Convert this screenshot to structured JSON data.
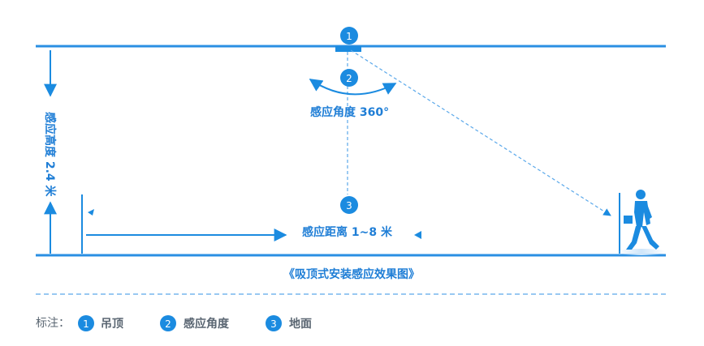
{
  "colors": {
    "primary": "#1b8be0",
    "line": "#2a8fe3",
    "text": "#1f7ed6",
    "gray": "#5a6672",
    "dash": "#5aa8ea"
  },
  "markers": {
    "m1": "1",
    "m2": "2",
    "m3": "3"
  },
  "labels": {
    "angle": "感应角度 360°",
    "distance": "感应距离 1~8 米",
    "height": "感应高度 2.4 米",
    "caption": "《吸顶式安装感应效果图》"
  },
  "legend": {
    "title": "标注：",
    "items": [
      {
        "num": "1",
        "label": "吊顶"
      },
      {
        "num": "2",
        "label": "感应角度"
      },
      {
        "num": "3",
        "label": "地面"
      }
    ]
  },
  "icons": {
    "person": "walking-person-icon"
  }
}
